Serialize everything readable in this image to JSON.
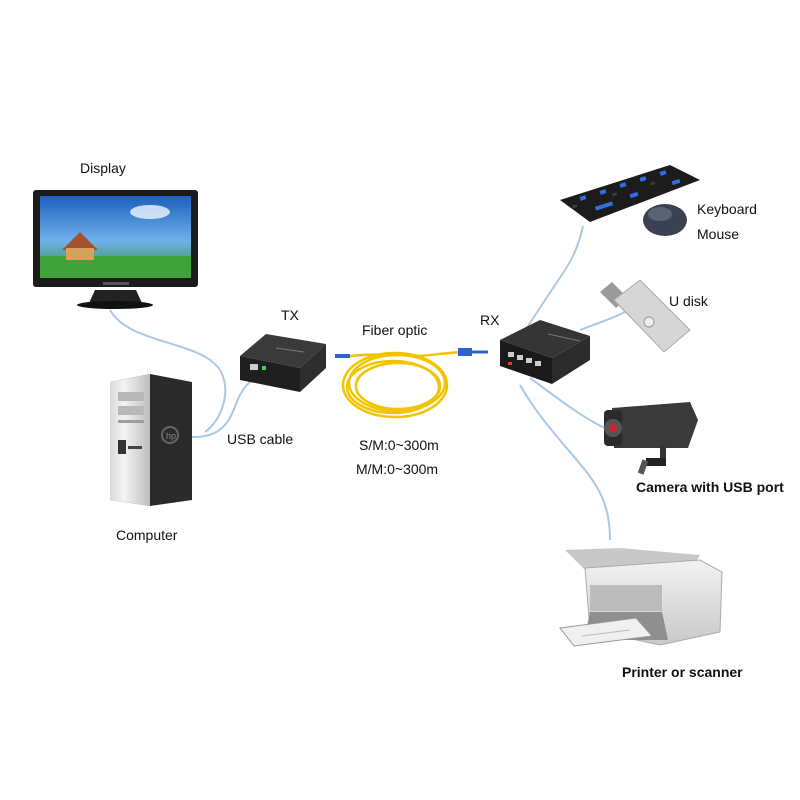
{
  "labels": {
    "display": "Display",
    "computer": "Computer",
    "usb_cable": "USB cable",
    "tx": "TX",
    "fiber_optic": "Fiber optic",
    "sm_range": "S/M:0~300m",
    "mm_range": "M/M:0~300m",
    "rx": "RX",
    "keyboard": "Keyboard",
    "mouse": "Mouse",
    "u_disk": "U disk",
    "camera": "Camera with USB port",
    "printer": "Printer or scanner"
  },
  "colors": {
    "cable": "#a9c8e6",
    "fiber": "#f2c400",
    "fiber_connector": "#2f63c9",
    "device_dark": "#2a2a2a",
    "screen_sky": "#3f86d8",
    "screen_grass": "#3fa23a",
    "keyboard_keys": "#1e6ee8"
  },
  "icons": [
    "monitor-icon",
    "pc-tower-icon",
    "tx-box-icon",
    "fiber-coil-icon",
    "rx-box-icon",
    "keyboard-icon",
    "mouse-icon",
    "usb-drive-icon",
    "camera-icon",
    "printer-icon"
  ]
}
